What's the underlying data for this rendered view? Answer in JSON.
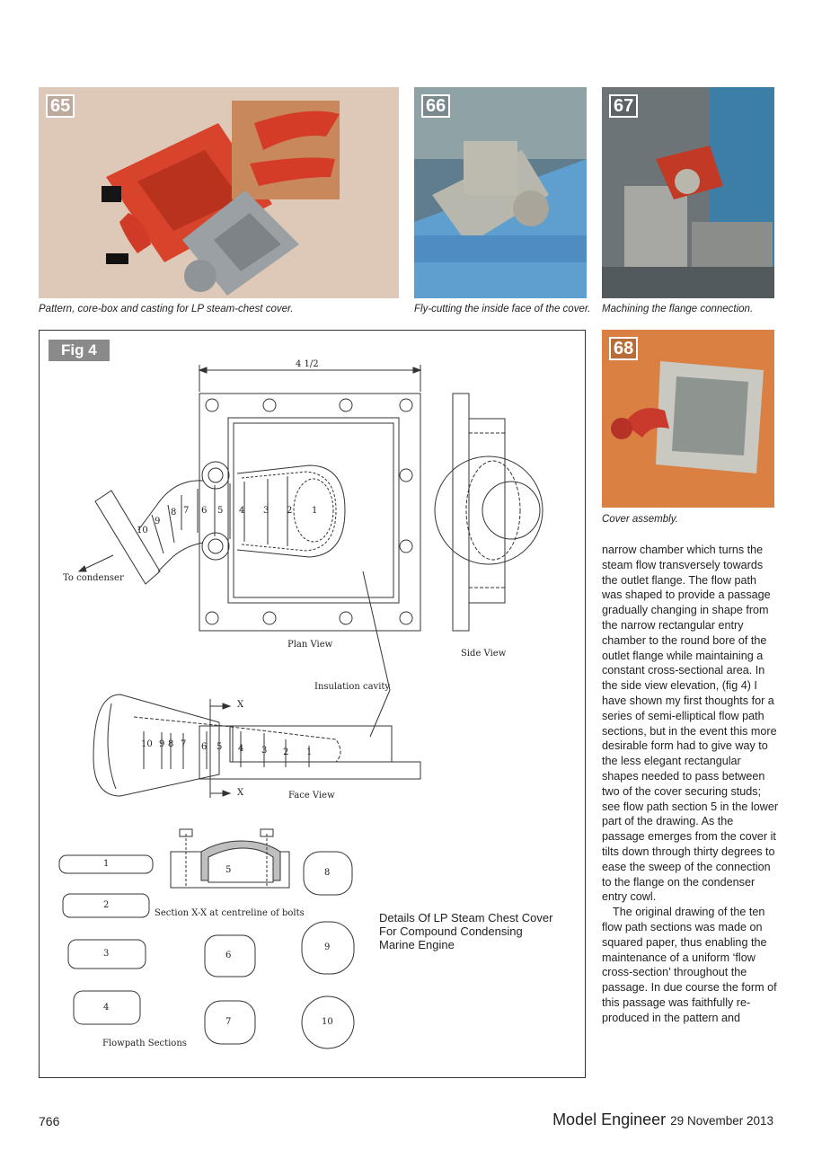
{
  "photos": [
    {
      "number": "65",
      "caption": "Pattern, core-box and casting for LP steam-chest cover."
    },
    {
      "number": "66",
      "caption": "Fly-cutting the inside face of the cover."
    },
    {
      "number": "67",
      "caption": "Machining the flange connection."
    },
    {
      "number": "68",
      "caption": "Cover assembly."
    }
  ],
  "figure": {
    "tag": "Fig 4",
    "dimension": "4 1/2",
    "plan_view": "Plan View",
    "side_view": "Side View",
    "face_view": "Face View",
    "to_condenser": "To condenser",
    "insulation_cavity": "Insulation cavity",
    "section_marker": "X",
    "section_label": "Section X-X at centreline of bolts",
    "flowpath_label": "Flowpath Sections",
    "plan_numbers": [
      "1",
      "2",
      "3",
      "4",
      "5",
      "6",
      "7",
      "8",
      "9",
      "10"
    ],
    "face_numbers": [
      "10",
      "9",
      "8",
      "7",
      "6",
      "5",
      "4",
      "3",
      "2",
      "1"
    ],
    "sections": [
      "1",
      "2",
      "3",
      "4",
      "5",
      "6",
      "7",
      "8",
      "9",
      "10"
    ],
    "title_lines": [
      "Details Of LP Steam Chest Cover",
      "For Compound Condensing",
      "Marine Engine"
    ]
  },
  "body_paragraphs": [
    "narrow chamber which turns the steam flow transversely towards the outlet flange. The flow path was shaped to provide a passage gradually changing in shape from the narrow rectangular entry chamber to the round bore of the outlet flange while maintaining a constant cross-sectional area. In the side view elevation, (fig 4) I have shown my first thoughts for a series of semi-elliptical flow path sections, but in the event this more desirable form had to give way to the less elegant rectangular shapes needed to pass between two of the cover securing studs; see flow path section 5 in the lower part of the drawing. As the passage emerges from the cover it tilts down through thirty degrees to ease the sweep of the connection to the flange on the condenser entry cowl.",
    "The original drawing of the ten flow path sections was made on squared paper, thus enabling the maintenance of a uniform ‘flow cross-section’ throughout the passage. In due course the form of this passage was faithfully re-produced in the pattern and"
  ],
  "footer": {
    "page": "766",
    "magazine": "Model Engineer",
    "date": "29 November 2013"
  }
}
